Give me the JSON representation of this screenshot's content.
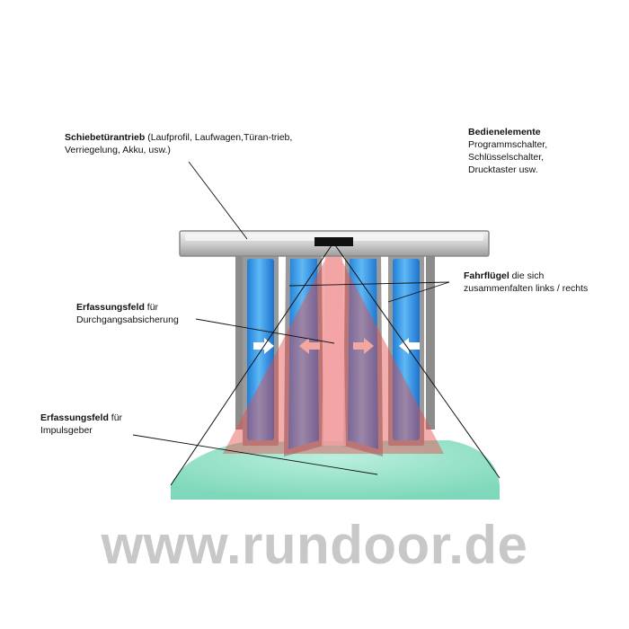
{
  "labels": {
    "drive": {
      "title": "Schiebetürantrieb",
      "text": " (Laufprofil, Laufwagen,Türan-trieb, Verriegelung, Akku, usw.)"
    },
    "controls": {
      "title": "Bedienelemente",
      "lines": [
        "Programmschalter,",
        "Schlüsselschalter,",
        "Drucktaster usw."
      ]
    },
    "leaves": {
      "title": "Fahrflügel",
      "text": " die sich zusammenfalten links / rechts"
    },
    "safety_field": {
      "title": "Erfassungsfeld",
      "text": " für",
      "line2": "Durchgangsabsicherung"
    },
    "impulse_field": {
      "title": "Erfassungsfeld",
      "text": " für",
      "line2": "Impulsgeber"
    }
  },
  "watermark": "www.rundoor.de",
  "colors": {
    "glass": "#3aa0ea",
    "frame": "#a9a9a9",
    "header_bar": "#d6d6d6",
    "detection_field": "#f06a6a",
    "floor_field": "#8fe0c6",
    "arrow_inner": "#f4a7a0",
    "arrow_outer": "#ffffff"
  }
}
